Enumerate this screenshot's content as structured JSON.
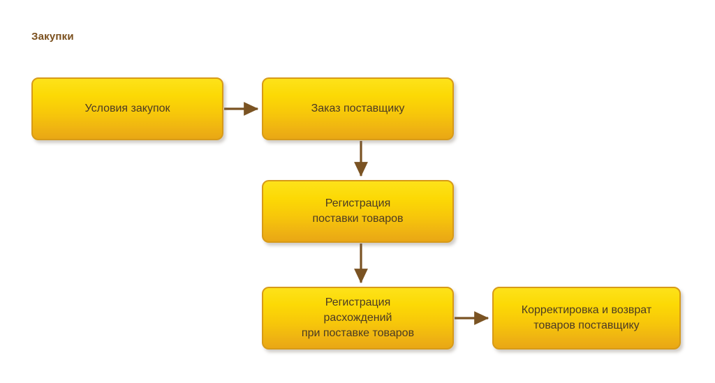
{
  "page": {
    "title": "Закупки",
    "title_color": "#7a4f1d",
    "background_color": "#ffffff"
  },
  "diagram": {
    "type": "flowchart",
    "node_fill_top": "#fde21a",
    "node_fill_bottom": "#e9a714",
    "node_border_color": "#d79a18",
    "node_text_color": "#4b3a24",
    "connector_color": "#7a5323",
    "nodes": [
      {
        "id": "usloviya-zakupok",
        "label": "Условия закупок"
      },
      {
        "id": "zakaz-postavshchiku",
        "label": "Заказ поставщику"
      },
      {
        "id": "registratsiya-postavki",
        "label": "Регистрация\nпоставки товаров"
      },
      {
        "id": "registratsiya-raskhozhdeniy",
        "label": "Регистрация\nрасхождений\nпри поставке товаров"
      },
      {
        "id": "korrektirovka-vozvrat",
        "label": "Корректировка и возврат\nтоваров поставщику"
      }
    ],
    "connectors": [
      {
        "id": "arrow-1",
        "from": "usloviya-zakupok",
        "to": "zakaz-postavshchiku",
        "direction": "right"
      },
      {
        "id": "arrow-2",
        "from": "zakaz-postavshchiku",
        "to": "registratsiya-postavki",
        "direction": "down"
      },
      {
        "id": "arrow-3",
        "from": "registratsiya-postavki",
        "to": "registratsiya-raskhozhdeniy",
        "direction": "down"
      },
      {
        "id": "arrow-4",
        "from": "registratsiya-raskhozhdeniy",
        "to": "korrektirovka-vozvrat",
        "direction": "right"
      }
    ]
  }
}
